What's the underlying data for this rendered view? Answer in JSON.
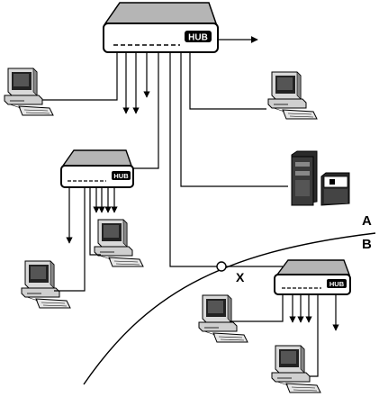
{
  "hubs": [
    {
      "label": "HUB"
    },
    {
      "label": "HUB"
    },
    {
      "label": "HUB"
    }
  ],
  "regions": {
    "a": "A",
    "b": "B"
  },
  "crossing": {
    "label": "X"
  }
}
